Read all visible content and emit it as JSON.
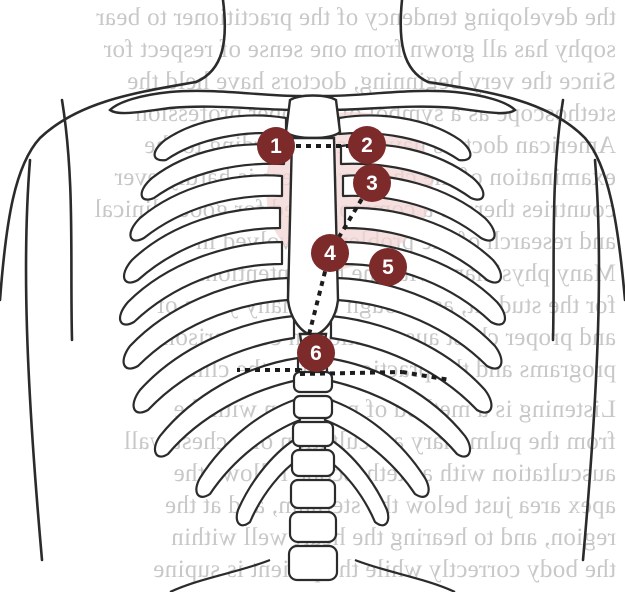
{
  "markers": [
    {
      "label": "1"
    },
    {
      "label": "2"
    },
    {
      "label": "3"
    },
    {
      "label": "4"
    },
    {
      "label": "5"
    },
    {
      "label": "6"
    }
  ],
  "colors": {
    "marker_fill": "#7d2a2a",
    "marker_text": "#ffffff",
    "outline": "#2b2b2b",
    "dotted_line": "#1c1c1c",
    "heart_shadow": "#f1d4d4",
    "background_text": "#c8c8c8"
  }
}
